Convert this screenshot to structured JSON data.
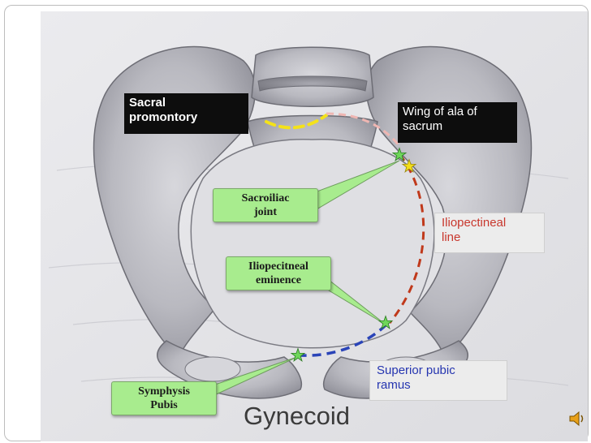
{
  "labels": {
    "sacral_promontory": "Sacral\npromontory",
    "wing_of_ala": "Wing of ala of\nsacrum",
    "sacroiliac_joint": "Sacroiliac\njoint",
    "iliopectineal_line": "Iliopectineal\nline",
    "iliopectineal_eminence": "Iliopecitneal\neminence",
    "superior_pubic_ramus": "Superior pubic\nramus",
    "symphysis_pubis": "Symphysis\nPubis"
  },
  "title": "Gynecoid",
  "colors": {
    "dash_yellow": "#f4e21a",
    "dash_pink": "#efb6b2",
    "dash_red": "#c0391b",
    "dash_blue": "#2a44b8",
    "star_green": "#6fd65a",
    "star_yellow": "#f2dd1a",
    "label_green": "#a8ec8e",
    "label_black": "#0d0d0d",
    "label_red_text": "#c8372d",
    "label_blue_text": "#2535b0"
  },
  "icons": {
    "speaker": "speaker-icon",
    "star": "star-icon"
  }
}
